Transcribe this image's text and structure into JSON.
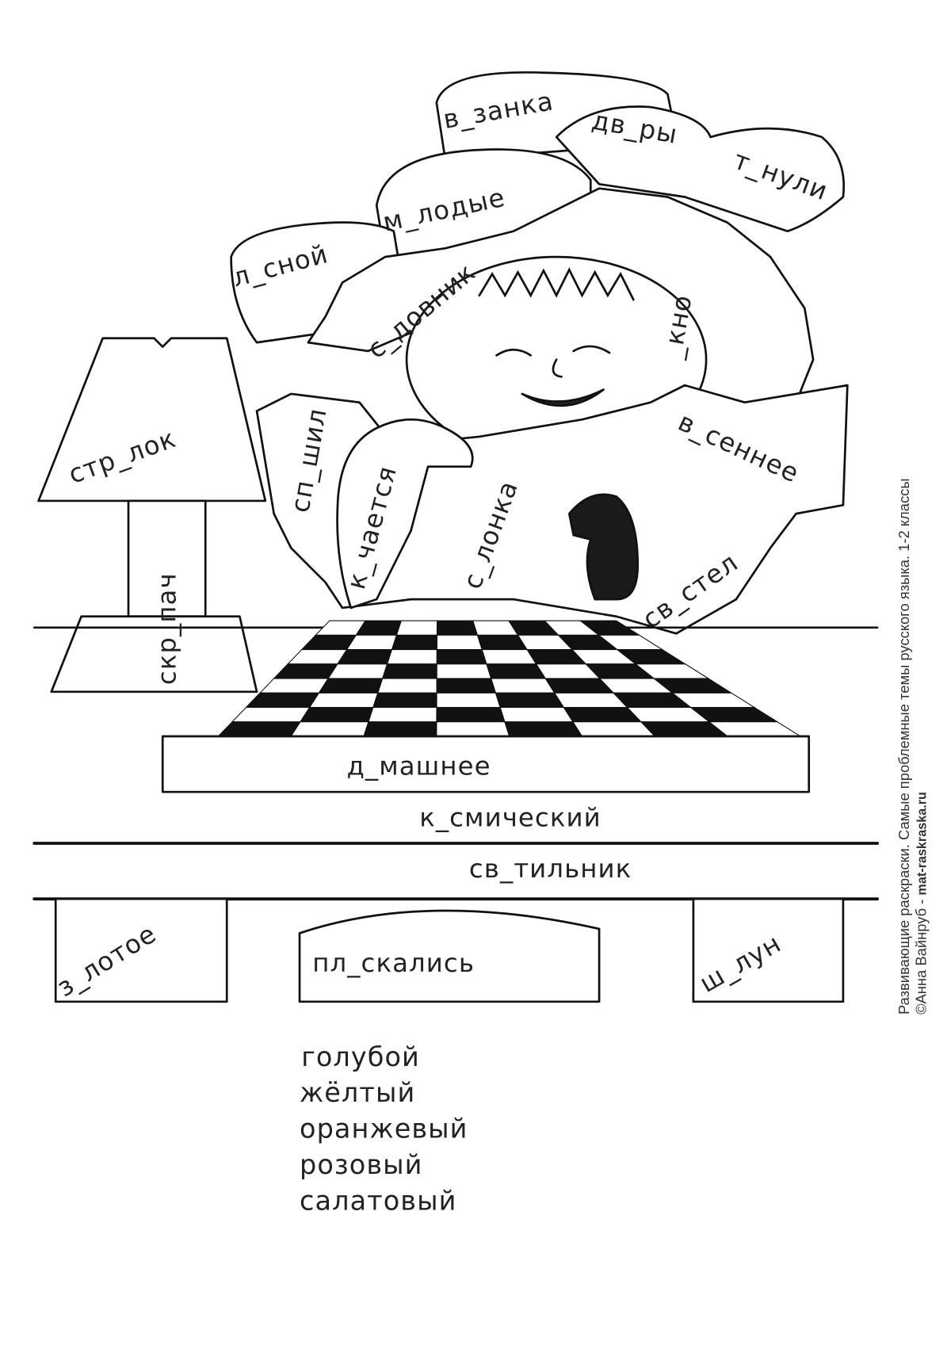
{
  "labels": {
    "vzanka": "в_занка",
    "dvry": "дв_ры",
    "tnuli": "т_нули",
    "mlodye": "м_лодые",
    "lsnoy": "л_сной",
    "sdovnik": "с_довник",
    "okno": "_кно",
    "strlok": "стр_лок",
    "spshil": "сп_шил",
    "kchaetsya": "к_чается",
    "slonka": "с_лонка",
    "vsennee": "в_сеннее",
    "svstel": "св_стел",
    "skrpach": "скр_пач",
    "dmashnee": "д_машнее",
    "ksmicheskiy": "к_смический",
    "svtilnik": "св_тильник",
    "zlotoe": "з_лотое",
    "plskalis": "пл_скались",
    "shlun": "ш_лун"
  },
  "color_list": [
    "голубой",
    "жёлтый",
    "оранжевый",
    "розовый",
    "салатовый"
  ],
  "caption": {
    "line1": "Развивающие раскраски. Самые проблемные темы русского языка. 1-2 классы",
    "line2_author": "©Анна Вайнруб - ",
    "line2_site": "mat-raskraska.ru"
  }
}
